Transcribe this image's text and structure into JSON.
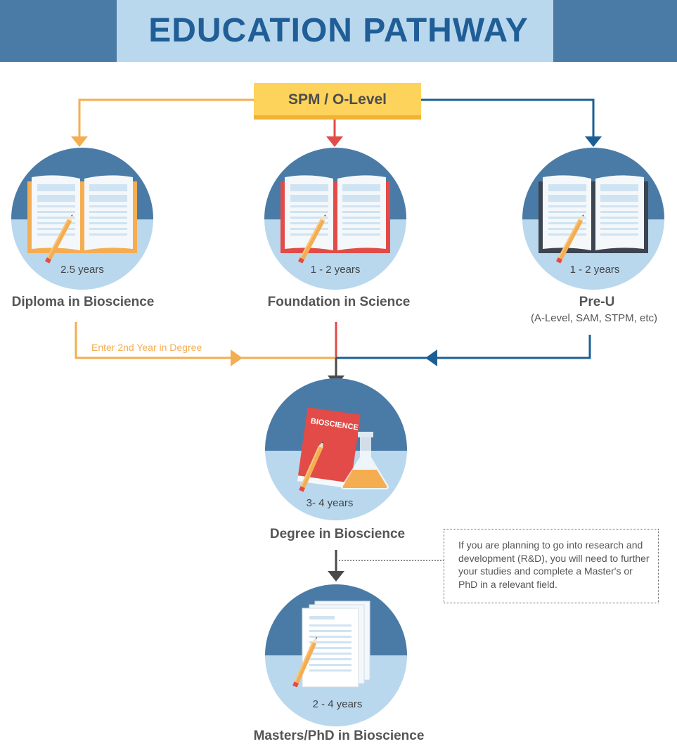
{
  "header": {
    "title": "EDUCATION PATHWAY"
  },
  "start": {
    "label": "SPM / O-Level"
  },
  "nodes": {
    "diploma": {
      "name": "Diploma in Bioscience",
      "duration": "2.5 years"
    },
    "foundation": {
      "name": "Foundation in Science",
      "duration": "1 - 2 years"
    },
    "preu": {
      "name": "Pre-U",
      "subtitle": "(A-Level, SAM, STPM, etc)",
      "duration": "1 - 2 years"
    },
    "degree": {
      "name": "Degree in Bioscience",
      "duration": "3- 4 years",
      "book_label": "BIOSCIENCE"
    },
    "masters": {
      "name": "Masters/PhD in Bioscience",
      "duration": "2 - 4 years"
    }
  },
  "edges": {
    "diploma_to_degree": "Enter 2nd Year in Degree"
  },
  "note": {
    "text": "If you are planning to go into research and development (R&D), you will need to further your studies and complete a Master's or PhD in a relevant field."
  },
  "colors": {
    "orange": "#f5ad52",
    "red": "#e24b47",
    "blue": "#1b5f94",
    "dark": "#4a4a4a",
    "circle_top": "#4a7ba6",
    "circle_bottom": "#b9d8ee",
    "spm_fill": "#fdd35c"
  }
}
